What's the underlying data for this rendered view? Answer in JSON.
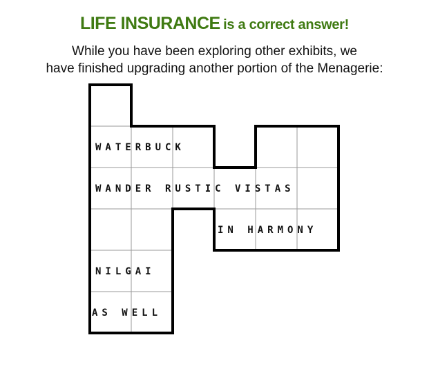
{
  "header": {
    "answer_word": "LIFE INSURANCE",
    "answer_suffix": "is a correct answer!",
    "answer_color": "#3f7a12"
  },
  "intro": {
    "line1": "While you have been exploring other exhibits, we",
    "line2": "have finished upgrading another portion of the Menagerie:"
  },
  "grid": {
    "entries": [
      {
        "text": "WATERBUCK",
        "row": 1,
        "col": 0
      },
      {
        "text": "WANDER RUSTIC VISTAS",
        "row": 2,
        "col": 0
      },
      {
        "text": "IN HARMONY",
        "row": 3,
        "col": 3
      },
      {
        "text": "NILGAI",
        "row": 4,
        "col": 0
      },
      {
        "text": "AS WELL",
        "row": 5,
        "col": 0
      }
    ]
  }
}
